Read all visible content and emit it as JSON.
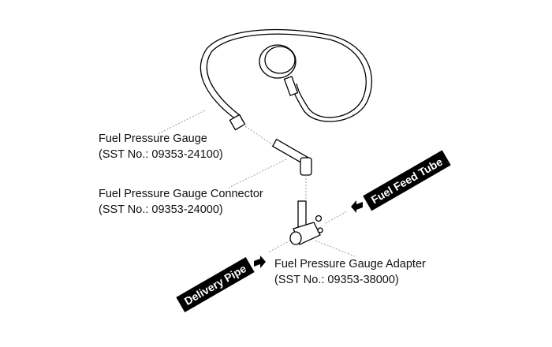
{
  "labels": {
    "gauge": {
      "name": "Fuel Pressure Gauge",
      "sst": "(SST No.: 09353-24100)"
    },
    "connector": {
      "name": "Fuel Pressure Gauge Connector",
      "sst": "(SST No.: 09353-24000)"
    },
    "adapter": {
      "name": "Fuel Pressure Gauge Adapter",
      "sst": "(SST No.: 09353-38000)"
    }
  },
  "tags": {
    "feed": "Fuel Feed Tube",
    "delivery": "Delivery Pipe"
  }
}
